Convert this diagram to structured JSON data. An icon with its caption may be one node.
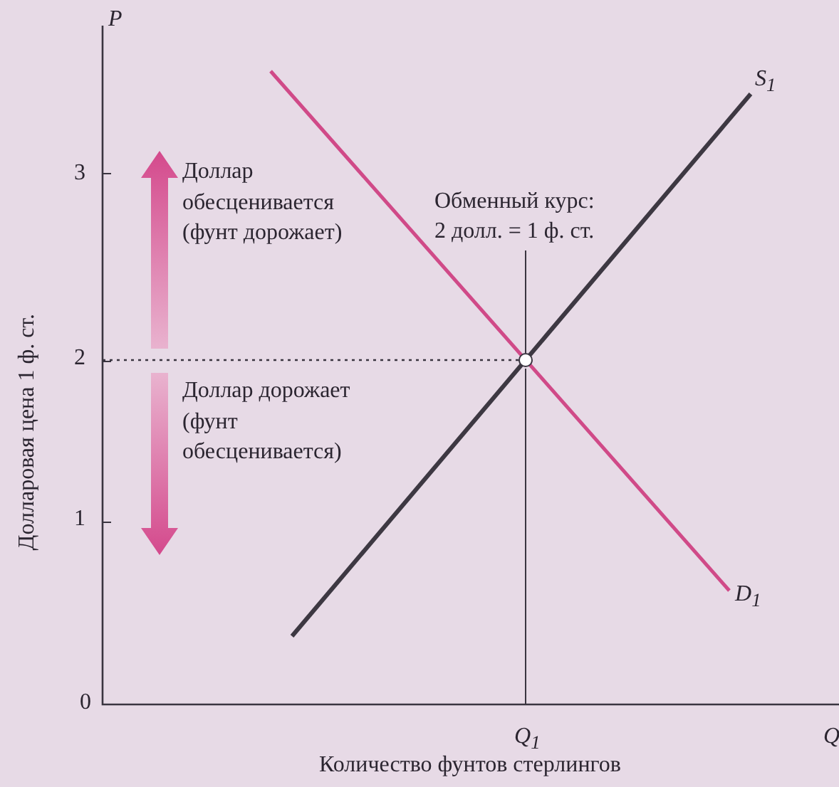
{
  "diagram": {
    "nodes": [
      {
        "text": [
          "Обменный курс: 2 долл. = 1 ф. ст."
        ]
      },
      {
        "text": [],
        "shape": "circle"
      }
    ],
    "edges": [
      {
        "from": 0,
        "to": 1,
        "arrow": "none"
      }
    ],
    "labels": [
      "P",
      "S$_{1}$",
      "3",
      "Доллар обесценивается (фунт дорожает)",
      "2",
      "Доллар дорожает (фунт обесценивается)",
      "1",
      "D$_{1}$",
      "0",
      "Q$_{1}$",
      "Q",
      "Долларовая цена 1 ф. ст.",
      "Количество фунтов стерлингов"
    ]
  }
}
